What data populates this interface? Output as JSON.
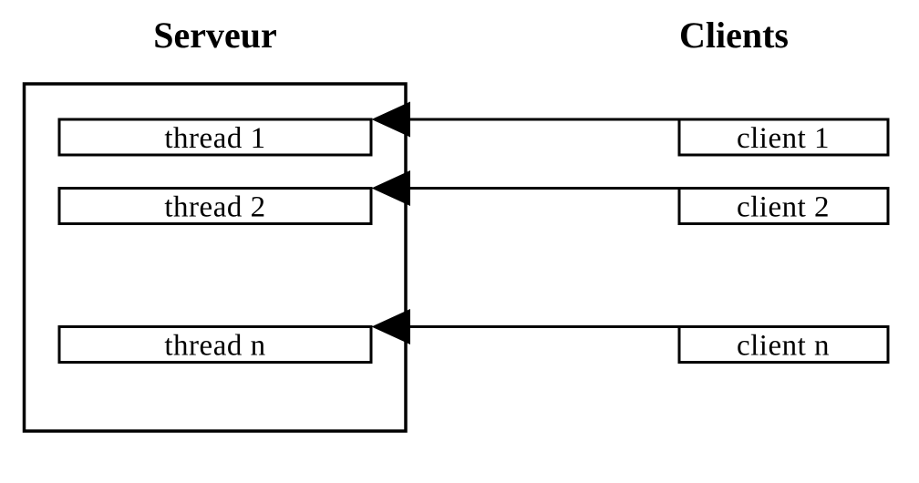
{
  "diagram": {
    "titles": {
      "left": "Serveur",
      "right": "Clients"
    },
    "server": {
      "rows": [
        "thread 1",
        "thread 2",
        "thread n"
      ]
    },
    "clients": {
      "rows": [
        "client 1",
        "client 2",
        "client n"
      ]
    },
    "arrows": {
      "direction": "clients-to-server-threads",
      "count": 3
    },
    "colors": {
      "stroke": "#000000",
      "background": "#ffffff",
      "text": "#000000"
    }
  }
}
